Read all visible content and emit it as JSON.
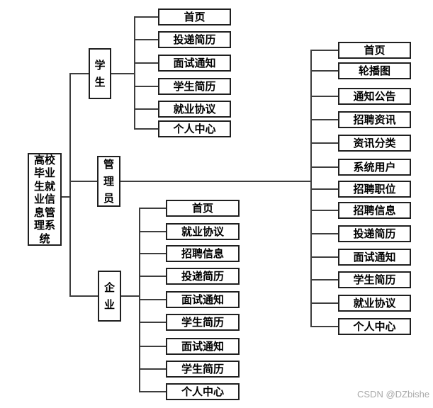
{
  "root": {
    "label": "高校毕业生就业信息管理系统"
  },
  "branches": [
    {
      "role": "学生",
      "children": [
        "首页",
        "投递简历",
        "面试通知",
        "学生简历",
        "就业协议",
        "个人中心"
      ]
    },
    {
      "role": "管理员",
      "children": [
        "首页",
        "轮播图",
        "通知公告",
        "招聘资讯",
        "资讯分类",
        "系统用户",
        "招聘职位",
        "招聘信息",
        "投递简历",
        "面试通知",
        "学生简历",
        "就业协议",
        "个人中心"
      ]
    },
    {
      "role": "企业",
      "children": [
        "首页",
        "就业协议",
        "招聘信息",
        "投递简历",
        "面试通知",
        "学生简历",
        "面试通知",
        "学生简历",
        "个人中心"
      ]
    }
  ],
  "watermark": "CSDN @DZbishe",
  "colors": {
    "background": "#ffffff",
    "box_border": "#1f1f1f",
    "connector_line": "#3d3d3d",
    "text": "#000000",
    "watermark": "#a9a9a9"
  }
}
